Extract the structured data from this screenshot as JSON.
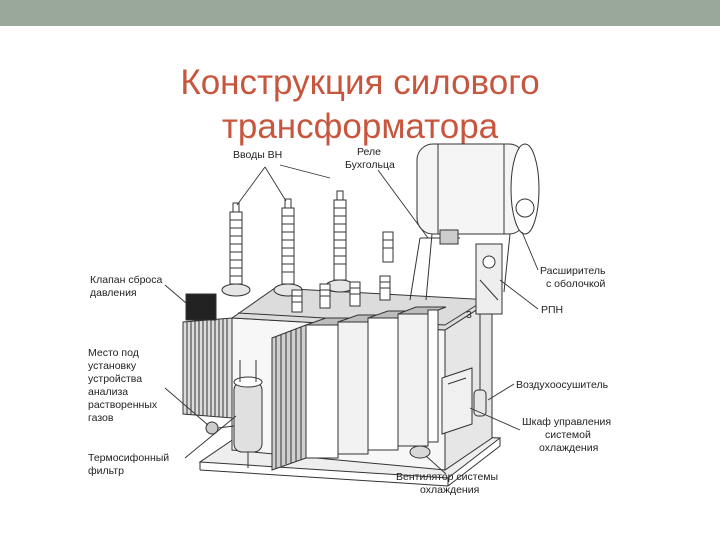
{
  "slide": {
    "title_line1": "Конструкция силового",
    "title_line2": "трансформатора",
    "title_color": "#c8553d",
    "topbar_color": "#9aa89c"
  },
  "labels": {
    "hv_bushings": "Вводы ВН",
    "buchholz_line1": "Реле",
    "buchholz_line2": "Бухгольца",
    "relief_valve_line1": "Клапан сброса",
    "relief_valve_line2": "давления",
    "gas_analysis_line1": "Место под",
    "gas_analysis_line2": "установку",
    "gas_analysis_line3": "устройства",
    "gas_analysis_line4": "анализа",
    "gas_analysis_line5": "растворенных",
    "gas_analysis_line6": "газов",
    "thermosiphon_line1": "Термосифонный",
    "thermosiphon_line2": "фильтр",
    "conservator_line1": "Расширитель",
    "conservator_line2": "с оболочкой",
    "oltc": "РПН",
    "breather": "Воздухоосушитель",
    "cabinet_line1": "Шкаф управления",
    "cabinet_line2": "системой",
    "cabinet_line3": "охлаждения",
    "fan_line1": "Вентилятор системы",
    "fan_line2": "охлаждения",
    "tank_mark": "3"
  }
}
